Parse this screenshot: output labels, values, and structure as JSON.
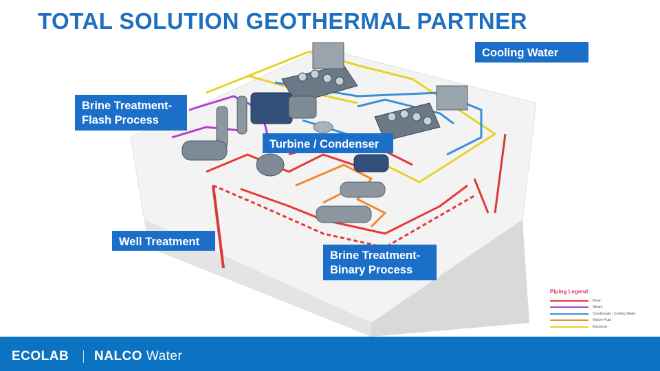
{
  "title": "TOTAL SOLUTION GEOTHERMAL PARTNER",
  "labels": {
    "cooling_water": "Cooling Water",
    "flash_line1": "Brine Treatment-",
    "flash_line2": "Flash Process",
    "turbine": "Turbine / Condenser",
    "well": "Well Treatment",
    "binary_line1": "Brine Treatment-",
    "binary_line2": "Binary Process"
  },
  "legend": {
    "title": "Piping Legend",
    "items": [
      {
        "label": "Brine",
        "color": "#e53935"
      },
      {
        "label": "Steam",
        "color": "#b040d0"
      },
      {
        "label": "Condensate / Cooling Water",
        "color": "#3a8fd6"
      },
      {
        "label": "Motive Fluid",
        "color": "#f08a30"
      },
      {
        "label": "Electricity",
        "color": "#e8d22a"
      }
    ]
  },
  "footer": {
    "brand1": "ECOLAB",
    "brand2_bold": "NALCO",
    "brand2_light": "Water"
  },
  "colors": {
    "accent": "#1c6fc9",
    "footer": "#0b73c2",
    "footer_stripe": "#7cb342"
  }
}
